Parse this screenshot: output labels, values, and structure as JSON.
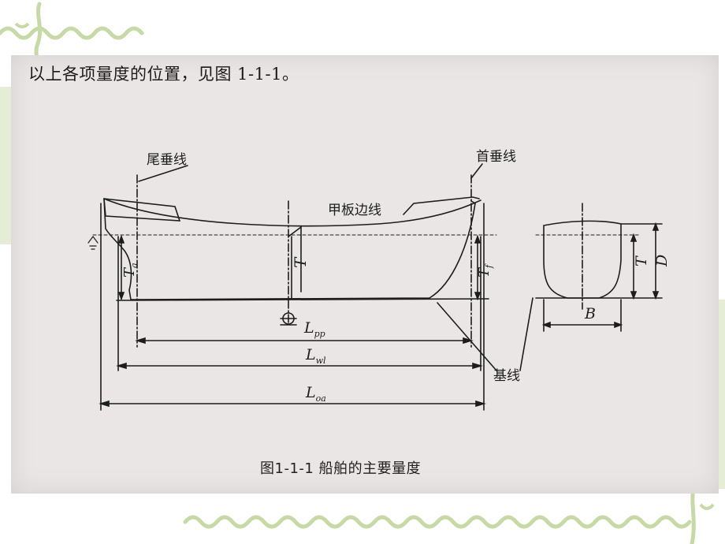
{
  "intro_text": "以上各项量度的位置，见图 1-1-1。",
  "figure": {
    "caption": "图1-1-1   船舶的主要量度",
    "labels": {
      "stern_perpendicular": "尾垂线",
      "bow_perpendicular": "首垂线",
      "deck_edge_line": "甲板边线",
      "baseline": "基线"
    },
    "symbols": {
      "draft": "T",
      "draft_aft": "T",
      "draft_aft_sub": "a",
      "draft_fore": "T",
      "draft_fore_sub": "f",
      "lpp": "L",
      "lpp_sub": "pp",
      "lwl": "L",
      "lwl_sub": "wl",
      "loa": "L",
      "loa_sub": "oa",
      "breadth": "B",
      "depth": "D",
      "section_draft": "T"
    }
  },
  "colors": {
    "background": "#ffffff",
    "scan_paper": "#e9e6e5",
    "ink": "#1d1d1d",
    "decoration": "#c8d9a8"
  }
}
